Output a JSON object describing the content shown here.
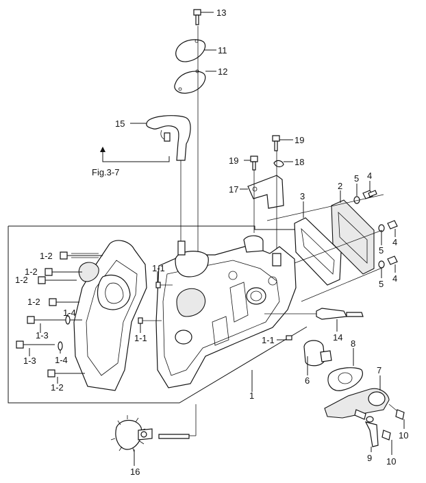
{
  "figure": {
    "reference": "Fig.3-7",
    "labels": {
      "l1": "1",
      "l1_1a": "1-1",
      "l1_1b": "1-1",
      "l1_1c": "1-1",
      "l1_2a": "1-2",
      "l1_2b": "1-2",
      "l1_2c": "1-2",
      "l1_2d": "1-2",
      "l1_2e": "1-2",
      "l1_3a": "1-3",
      "l1_3b": "1-3",
      "l1_4a": "1-4",
      "l1_4b": "1-4",
      "l2": "2",
      "l3": "3",
      "l4a": "4",
      "l4b": "4",
      "l4c": "4",
      "l5a": "5",
      "l5b": "5",
      "l5c": "5",
      "l6": "6",
      "l7": "7",
      "l8": "8",
      "l9": "9",
      "l10a": "10",
      "l10b": "10",
      "l11": "11",
      "l12": "12",
      "l13": "13",
      "l14": "14",
      "l15": "15",
      "l16": "16",
      "l17": "17",
      "l18": "18",
      "l19a": "19",
      "l19b": "19"
    }
  }
}
